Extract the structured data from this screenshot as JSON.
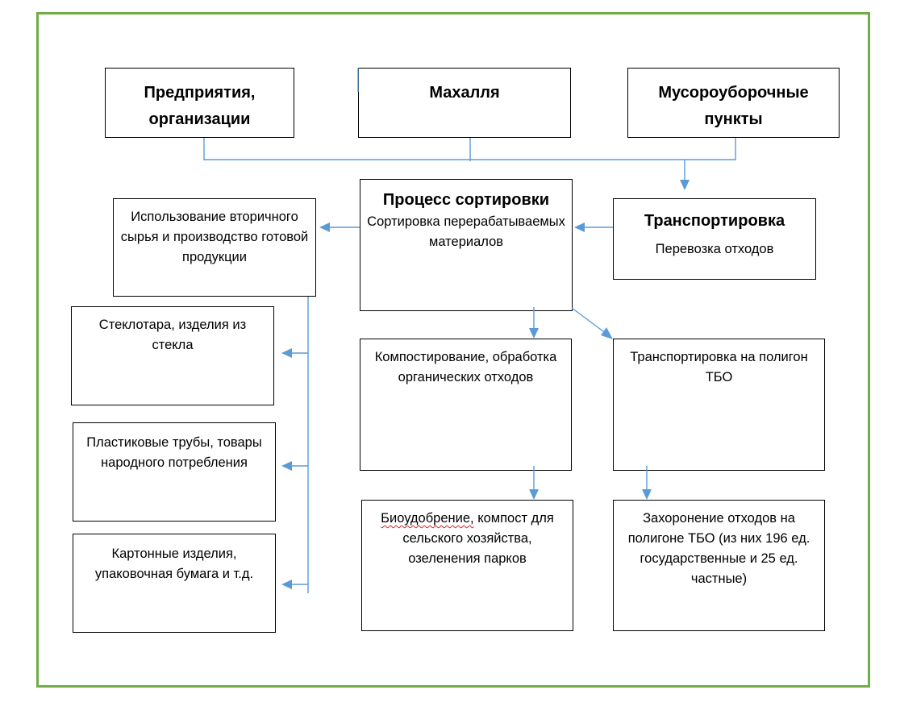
{
  "diagram": {
    "sources": [
      {
        "label": "Предприятия, организации"
      },
      {
        "label": "Махалля"
      },
      {
        "label": "Мусороуборочные пункты"
      }
    ],
    "transport": {
      "title": "Транспортировка",
      "subtitle": "Перевозка отходов"
    },
    "sorting": {
      "title": "Процесс сортировки",
      "subtitle": "Сортировка перерабатываемых материалов"
    },
    "recycling": {
      "label": "Использование вторичного сырья и производство готовой продукции"
    },
    "products": [
      {
        "label": "Стеклотара, изделия из стекла"
      },
      {
        "label": "Пластиковые трубы, товары народного потребления"
      },
      {
        "label": "Картонные изделия, упаковочная бумага и т.д."
      }
    ],
    "composting": {
      "label": "Компостирование, обработка органических отходов"
    },
    "composting_output": {
      "word_flagged": "Биоудобрение,",
      "rest": " компост для сельского хозяйства, озеленения парков"
    },
    "landfill_transport": {
      "label": "Транспортировка на полигон ТБО"
    },
    "landfill_burial": {
      "label": "Захоронение отходов на полигоне ТБО (из них 196 ед. государственные и 25 ед. частные)"
    },
    "colors": {
      "frame": "#70ad47",
      "connector": "#5b9bd5",
      "box_border": "#000000",
      "spellcheck": "#e02020"
    }
  }
}
